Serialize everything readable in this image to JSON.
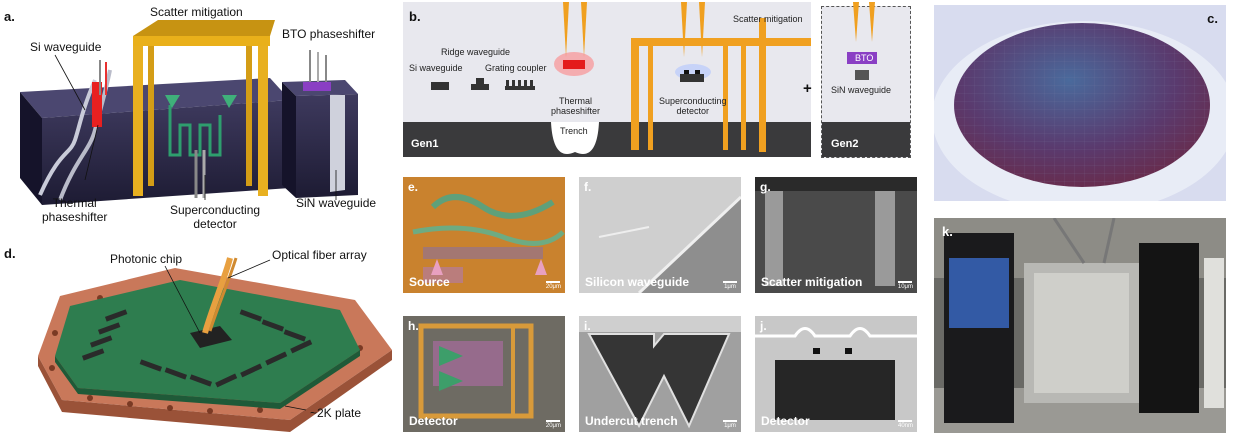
{
  "panel_a": {
    "label": "a.",
    "scatter_mitigation": "Scatter mitigation",
    "si_waveguide": "Si waveguide",
    "bto_phaseshifter": "BTO phaseshifter",
    "thermal_phaseshifter": "Thermal\nphaseshifter",
    "superconducting_detector": "Superconducting\ndetector",
    "sin_waveguide": "SiN waveguide"
  },
  "panel_b": {
    "label": "b.",
    "ridge_waveguide": "Ridge waveguide",
    "si_waveguide": "Si waveguide",
    "grating_coupler": "Grating coupler",
    "thermal_phaseshifter": "Thermal\nphaseshifter",
    "trench": "Trench",
    "scatter_mitigation": "Scatter mitigation",
    "superconducting_detector": "Superconducting\ndetector",
    "gen1": "Gen1",
    "plus": "+",
    "bto": "BTO",
    "sin_waveguide": "SiN waveguide",
    "gen2": "Gen2"
  },
  "panel_c": {
    "label": "c."
  },
  "panel_d": {
    "label": "d.",
    "photonic_chip": "Photonic chip",
    "optical_fiber_array": "Optical fiber array",
    "plate": "~2K plate"
  },
  "tiles": [
    {
      "label": "e.",
      "caption": "Source",
      "scale": "20μm"
    },
    {
      "label": "f.",
      "caption": "Silicon waveguide",
      "scale": "1μm"
    },
    {
      "label": "g.",
      "caption": "Scatter mitigation",
      "scale": "10μm"
    },
    {
      "label": "h.",
      "caption": "Detector",
      "scale": "20μm"
    },
    {
      "label": "i.",
      "caption": "Undercut trench",
      "scale": "1μm"
    },
    {
      "label": "j.",
      "caption": "Detector",
      "scale": "40nm"
    }
  ],
  "panel_k": {
    "label": "k."
  },
  "colors": {
    "accent": "#f0a020",
    "chip_green": "#2e7d4f",
    "copper": "#c9785a",
    "bto_purple": "#8a3fc4"
  }
}
